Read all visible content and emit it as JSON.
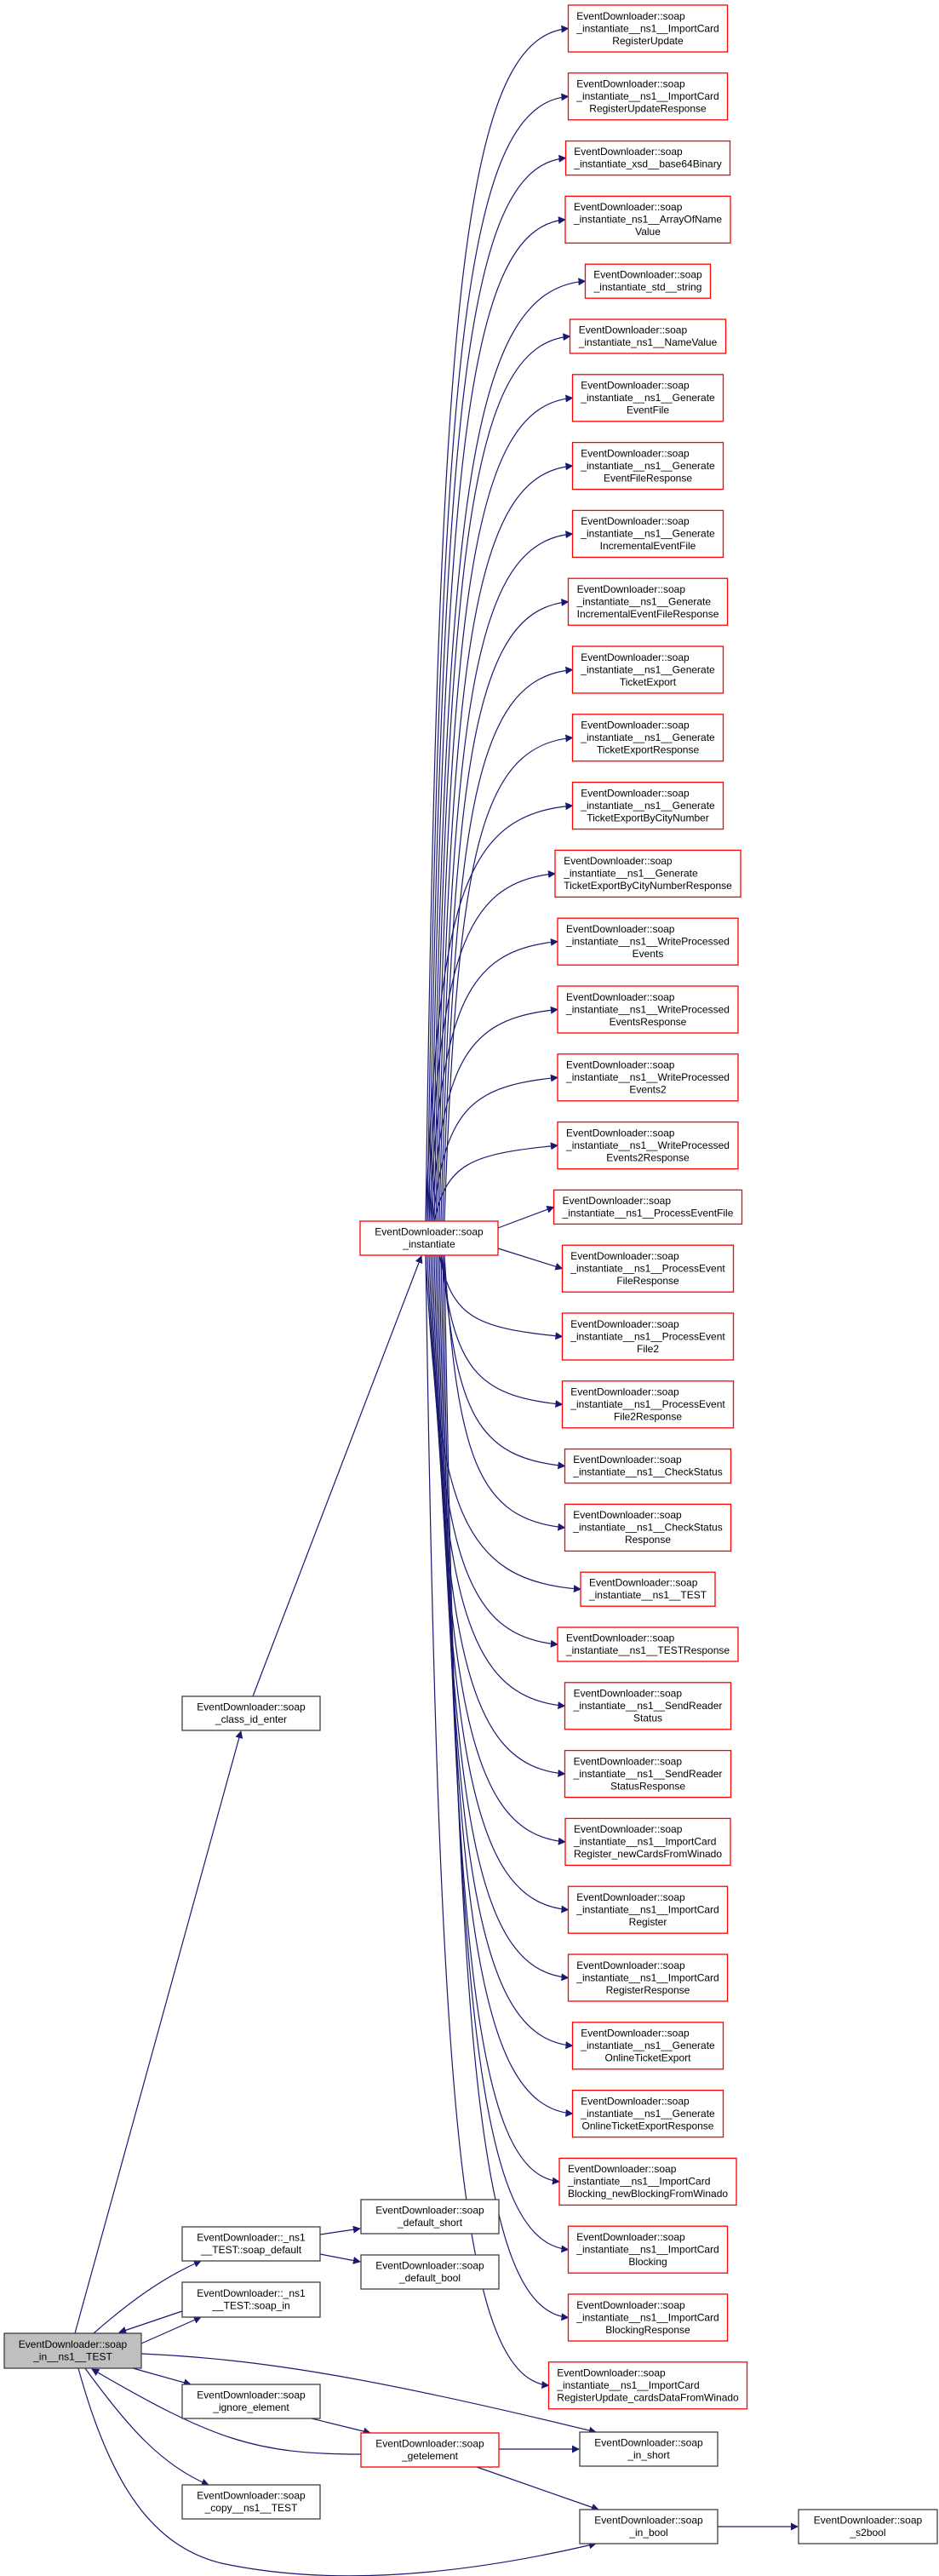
{
  "colors": {
    "edge": "#191970",
    "root_fill": "#bfbfbf",
    "normal_border": "#404040",
    "truncated_border": "#ff0000",
    "background": "#ffffff"
  },
  "graph": {
    "nodes": [
      {
        "id": "main",
        "style": "root",
        "lines": [
          "EventDownloader::soap",
          "_in__ns1__TEST"
        ]
      },
      {
        "id": "class_id_enter",
        "style": "normal",
        "lines": [
          "EventDownloader::soap",
          "_class_id_enter"
        ]
      },
      {
        "id": "soap_default",
        "style": "normal",
        "lines": [
          "EventDownloader::_ns1",
          "__TEST::soap_default"
        ]
      },
      {
        "id": "soap_in",
        "style": "normal",
        "lines": [
          "EventDownloader::_ns1",
          "__TEST::soap_in"
        ]
      },
      {
        "id": "ignore_element",
        "style": "normal",
        "lines": [
          "EventDownloader::soap",
          "_ignore_element"
        ]
      },
      {
        "id": "copy",
        "style": "normal",
        "lines": [
          "EventDownloader::soap",
          "_copy__ns1__TEST"
        ]
      },
      {
        "id": "default_short",
        "style": "normal",
        "lines": [
          "EventDownloader::soap",
          "_default_short"
        ]
      },
      {
        "id": "default_bool",
        "style": "normal",
        "lines": [
          "EventDownloader::soap",
          "_default_bool"
        ]
      },
      {
        "id": "getelement",
        "style": "truncated",
        "lines": [
          "EventDownloader::soap",
          "_getelement"
        ]
      },
      {
        "id": "instantiate",
        "style": "truncated",
        "lines": [
          "EventDownloader::soap",
          "_instantiate"
        ]
      },
      {
        "id": "in_short",
        "style": "normal",
        "lines": [
          "EventDownloader::soap",
          "_in_short"
        ]
      },
      {
        "id": "in_bool",
        "style": "normal",
        "lines": [
          "EventDownloader::soap",
          "_in_bool"
        ]
      },
      {
        "id": "s2bool",
        "style": "normal",
        "lines": [
          "EventDownloader::soap",
          "_s2bool"
        ]
      },
      {
        "id": "r1",
        "style": "truncated",
        "lines": [
          "EventDownloader::soap",
          "_instantiate__ns1__ImportCard",
          "RegisterUpdate"
        ]
      },
      {
        "id": "r2",
        "style": "truncated",
        "lines": [
          "EventDownloader::soap",
          "_instantiate__ns1__ImportCard",
          "RegisterUpdateResponse"
        ]
      },
      {
        "id": "r3",
        "style": "truncated",
        "lines": [
          "EventDownloader::soap",
          "_instantiate_xsd__base64Binary"
        ]
      },
      {
        "id": "r4",
        "style": "truncated",
        "lines": [
          "EventDownloader::soap",
          "_instantiate_ns1__ArrayOfName",
          "Value"
        ]
      },
      {
        "id": "r5",
        "style": "truncated",
        "lines": [
          "EventDownloader::soap",
          "_instantiate_std__string"
        ]
      },
      {
        "id": "r6",
        "style": "truncated",
        "lines": [
          "EventDownloader::soap",
          "_instantiate_ns1__NameValue"
        ]
      },
      {
        "id": "r7",
        "style": "truncated",
        "lines": [
          "EventDownloader::soap",
          "_instantiate__ns1__Generate",
          "EventFile"
        ]
      },
      {
        "id": "r8",
        "style": "truncated",
        "lines": [
          "EventDownloader::soap",
          "_instantiate__ns1__Generate",
          "EventFileResponse"
        ]
      },
      {
        "id": "r9",
        "style": "truncated",
        "lines": [
          "EventDownloader::soap",
          "_instantiate__ns1__Generate",
          "IncrementalEventFile"
        ]
      },
      {
        "id": "r10",
        "style": "truncated",
        "lines": [
          "EventDownloader::soap",
          "_instantiate__ns1__Generate",
          "IncrementalEventFileResponse"
        ]
      },
      {
        "id": "r11",
        "style": "truncated",
        "lines": [
          "EventDownloader::soap",
          "_instantiate__ns1__Generate",
          "TicketExport"
        ]
      },
      {
        "id": "r12",
        "style": "truncated",
        "lines": [
          "EventDownloader::soap",
          "_instantiate__ns1__Generate",
          "TicketExportResponse"
        ]
      },
      {
        "id": "r13",
        "style": "truncated",
        "lines": [
          "EventDownloader::soap",
          "_instantiate__ns1__Generate",
          "TicketExportByCityNumber"
        ]
      },
      {
        "id": "r14",
        "style": "truncated",
        "lines": [
          "EventDownloader::soap",
          "_instantiate__ns1__Generate",
          "TicketExportByCityNumberResponse"
        ]
      },
      {
        "id": "r15",
        "style": "truncated",
        "lines": [
          "EventDownloader::soap",
          "_instantiate__ns1__WriteProcessed",
          "Events"
        ]
      },
      {
        "id": "r16",
        "style": "truncated",
        "lines": [
          "EventDownloader::soap",
          "_instantiate__ns1__WriteProcessed",
          "EventsResponse"
        ]
      },
      {
        "id": "r17",
        "style": "truncated",
        "lines": [
          "EventDownloader::soap",
          "_instantiate__ns1__WriteProcessed",
          "Events2"
        ]
      },
      {
        "id": "r18",
        "style": "truncated",
        "lines": [
          "EventDownloader::soap",
          "_instantiate__ns1__WriteProcessed",
          "Events2Response"
        ]
      },
      {
        "id": "r19",
        "style": "truncated",
        "lines": [
          "EventDownloader::soap",
          "_instantiate__ns1__ProcessEventFile"
        ]
      },
      {
        "id": "r20",
        "style": "truncated",
        "lines": [
          "EventDownloader::soap",
          "_instantiate__ns1__ProcessEvent",
          "FileResponse"
        ]
      },
      {
        "id": "r21",
        "style": "truncated",
        "lines": [
          "EventDownloader::soap",
          "_instantiate__ns1__ProcessEvent",
          "File2"
        ]
      },
      {
        "id": "r22",
        "style": "truncated",
        "lines": [
          "EventDownloader::soap",
          "_instantiate__ns1__ProcessEvent",
          "File2Response"
        ]
      },
      {
        "id": "r23",
        "style": "truncated",
        "lines": [
          "EventDownloader::soap",
          "_instantiate__ns1__CheckStatus"
        ]
      },
      {
        "id": "r24",
        "style": "truncated",
        "lines": [
          "EventDownloader::soap",
          "_instantiate__ns1__CheckStatus",
          "Response"
        ]
      },
      {
        "id": "r25",
        "style": "truncated",
        "lines": [
          "EventDownloader::soap",
          "_instantiate__ns1__TEST"
        ]
      },
      {
        "id": "r26",
        "style": "truncated",
        "lines": [
          "EventDownloader::soap",
          "_instantiate__ns1__TESTResponse"
        ]
      },
      {
        "id": "r27",
        "style": "truncated",
        "lines": [
          "EventDownloader::soap",
          "_instantiate__ns1__SendReader",
          "Status"
        ]
      },
      {
        "id": "r28",
        "style": "truncated",
        "lines": [
          "EventDownloader::soap",
          "_instantiate__ns1__SendReader",
          "StatusResponse"
        ]
      },
      {
        "id": "r29",
        "style": "truncated",
        "lines": [
          "EventDownloader::soap",
          "_instantiate__ns1__ImportCard",
          "Register_newCardsFromWinado"
        ]
      },
      {
        "id": "r30",
        "style": "truncated",
        "lines": [
          "EventDownloader::soap",
          "_instantiate__ns1__ImportCard",
          "Register"
        ]
      },
      {
        "id": "r31",
        "style": "truncated",
        "lines": [
          "EventDownloader::soap",
          "_instantiate__ns1__ImportCard",
          "RegisterResponse"
        ]
      },
      {
        "id": "r32",
        "style": "truncated",
        "lines": [
          "EventDownloader::soap",
          "_instantiate__ns1__Generate",
          "OnlineTicketExport"
        ]
      },
      {
        "id": "r33",
        "style": "truncated",
        "lines": [
          "EventDownloader::soap",
          "_instantiate__ns1__Generate",
          "OnlineTicketExportResponse"
        ]
      },
      {
        "id": "r34",
        "style": "truncated",
        "lines": [
          "EventDownloader::soap",
          "_instantiate__ns1__ImportCard",
          "Blocking_newBlockingFromWinado"
        ]
      },
      {
        "id": "r35",
        "style": "truncated",
        "lines": [
          "EventDownloader::soap",
          "_instantiate__ns1__ImportCard",
          "Blocking"
        ]
      },
      {
        "id": "r36",
        "style": "truncated",
        "lines": [
          "EventDownloader::soap",
          "_instantiate__ns1__ImportCard",
          "BlockingResponse"
        ]
      },
      {
        "id": "r37",
        "style": "truncated",
        "lines": [
          "EventDownloader::soap",
          "_instantiate__ns1__ImportCard",
          "RegisterUpdate_cardsDataFromWinado"
        ]
      }
    ],
    "edges": [
      {
        "from": "main",
        "to": "class_id_enter"
      },
      {
        "from": "class_id_enter",
        "to": "instantiate"
      },
      {
        "from": "main",
        "to": "soap_default"
      },
      {
        "from": "main",
        "to": "soap_in"
      },
      {
        "from": "soap_in",
        "to": "main"
      },
      {
        "from": "soap_default",
        "to": "default_short"
      },
      {
        "from": "soap_default",
        "to": "default_bool"
      },
      {
        "from": "main",
        "to": "in_short"
      },
      {
        "from": "main",
        "to": "ignore_element"
      },
      {
        "from": "ignore_element",
        "to": "getelement"
      },
      {
        "from": "getelement",
        "to": "main"
      },
      {
        "from": "main",
        "to": "copy"
      },
      {
        "from": "main",
        "to": "in_bool"
      },
      {
        "from": "getelement",
        "to": "in_short"
      },
      {
        "from": "getelement",
        "to": "in_bool"
      },
      {
        "from": "in_bool",
        "to": "s2bool"
      }
    ],
    "fan_out_source": "instantiate"
  }
}
